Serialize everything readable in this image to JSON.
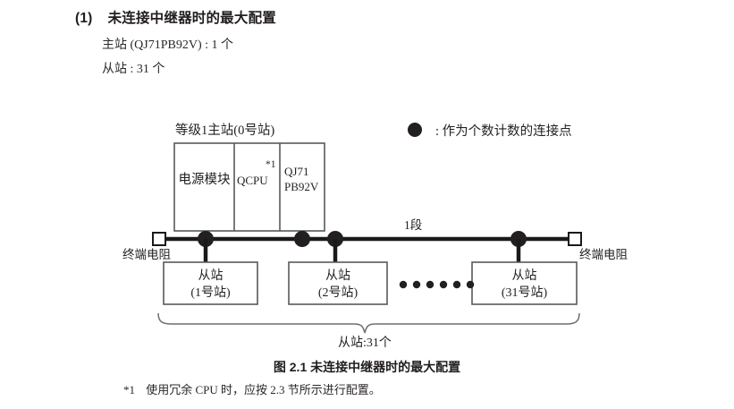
{
  "heading": {
    "number": "(1)",
    "title": "未连接中继器时的最大配置",
    "spec_master": "主站 (QJ71PB92V) : 1 个",
    "spec_slave": "从站 : 31 个"
  },
  "legend": {
    "symbol": "●",
    "text": ": 作为个数计数的连接点"
  },
  "diagram": {
    "master_label": "等级1主站(0号站)",
    "module_cells": [
      {
        "name": "power-supply-module",
        "label": "电源模块"
      },
      {
        "name": "qcpu-module",
        "label": "QCPU",
        "footnote_mark": "*1"
      },
      {
        "name": "qj71pb92v-module",
        "label_line1": "QJ71",
        "label_line2": "PB92V"
      }
    ],
    "segment_label": "1段",
    "terminator_left": "终端电阻",
    "terminator_right": "终端电阻",
    "slaves": [
      {
        "name": "slave-station-1",
        "line1": "从站",
        "line2": "(1号站)"
      },
      {
        "name": "slave-station-2",
        "line1": "从站",
        "line2": "(2号站)"
      },
      {
        "name": "slave-station-31",
        "line1": "从站",
        "line2": "(31号站)"
      }
    ],
    "ellipsis_dot_count": 6,
    "connection_dot_count": 4,
    "brace_label": "从站:31个"
  },
  "caption": "图 2.1  未连接中继器时的最大配置",
  "footnote": {
    "mark": "*1",
    "text": "使用冗余 CPU 时，应按 2.3 节所示进行配置。"
  },
  "colors": {
    "ink": "#231f20",
    "line": "#1a1a1a",
    "box_border": "#58595b"
  }
}
